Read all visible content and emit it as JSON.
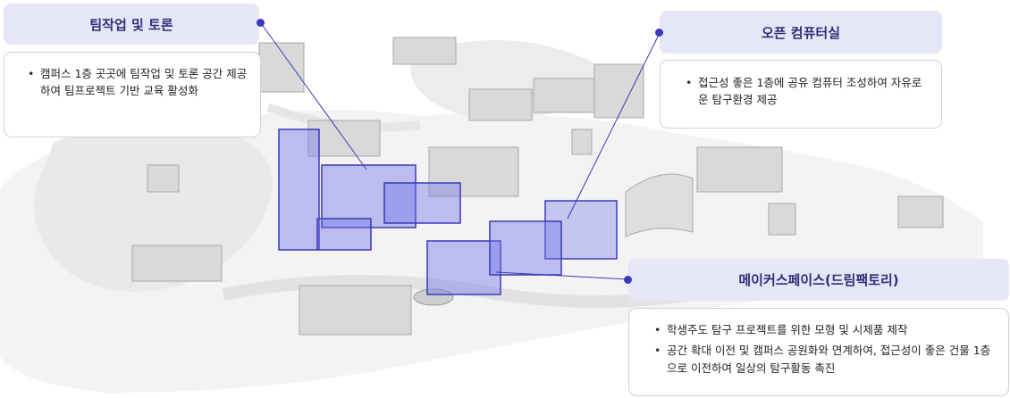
{
  "callouts": {
    "team": {
      "title": "팀작업 및 토론",
      "items": [
        "캠퍼스 1층 곳곳에 팀작업 및 토론 공간 제공하여 팀프로젝트 기반 교육 활성화"
      ]
    },
    "open": {
      "title": "오픈 컴퓨터실",
      "items": [
        "접근성 좋은 1층에 공유 컴퓨터 조성하여 자유로운 탐구환경 제공"
      ]
    },
    "maker": {
      "title": "메이커스페이스(드림팩토리)",
      "items": [
        "학생주도 탐구 프로젝트를 위한 모형 및 시제품 제작",
        "공간 확대 이전 및 캠퍼스 공원화와 연계하여, 접근성이 좋은 건물 1층으로 이전하여 일상의 탐구활동 촉진"
      ]
    }
  },
  "colors": {
    "highlight": "#6f73e6",
    "accent": "#3a3ab8",
    "title_bg": "#e6e6f9",
    "title_text": "#2e2e78"
  }
}
